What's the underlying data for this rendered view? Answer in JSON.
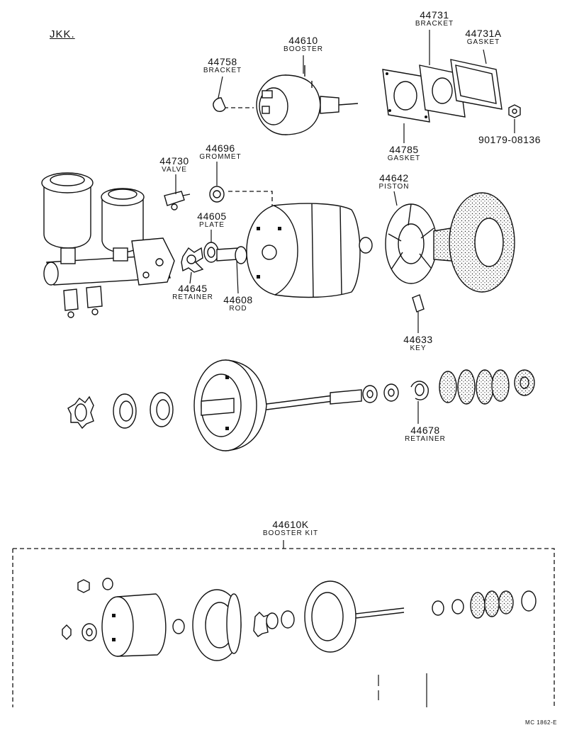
{
  "diagram": {
    "code": "JKK.",
    "reference": "MC 1862-E",
    "parts": [
      {
        "id": "p44731",
        "number": "44731",
        "name": "BRACKET"
      },
      {
        "id": "p44731A",
        "number": "44731A",
        "name": "GASKET"
      },
      {
        "id": "p44610",
        "number": "44610",
        "name": "BOOSTER"
      },
      {
        "id": "p44758",
        "number": "44758",
        "name": "BRACKET"
      },
      {
        "id": "p44696",
        "number": "44696",
        "name": "GROMMET"
      },
      {
        "id": "p44730",
        "number": "44730",
        "name": "VALVE"
      },
      {
        "id": "p44785",
        "number": "44785",
        "name": "GASKET"
      },
      {
        "id": "p90179",
        "number": "90179-08136",
        "name": ""
      },
      {
        "id": "p44642",
        "number": "44642",
        "name": "PISTON"
      },
      {
        "id": "p44605",
        "number": "44605",
        "name": "PLATE"
      },
      {
        "id": "p44645",
        "number": "44645",
        "name": "RETAINER"
      },
      {
        "id": "p44608",
        "number": "44608",
        "name": "ROD"
      },
      {
        "id": "p44633",
        "number": "44633",
        "name": "KEY"
      },
      {
        "id": "p44678",
        "number": "44678",
        "name": "RETAINER"
      },
      {
        "id": "p44610K",
        "number": "44610K",
        "name": "BOOSTER KIT"
      }
    ]
  }
}
